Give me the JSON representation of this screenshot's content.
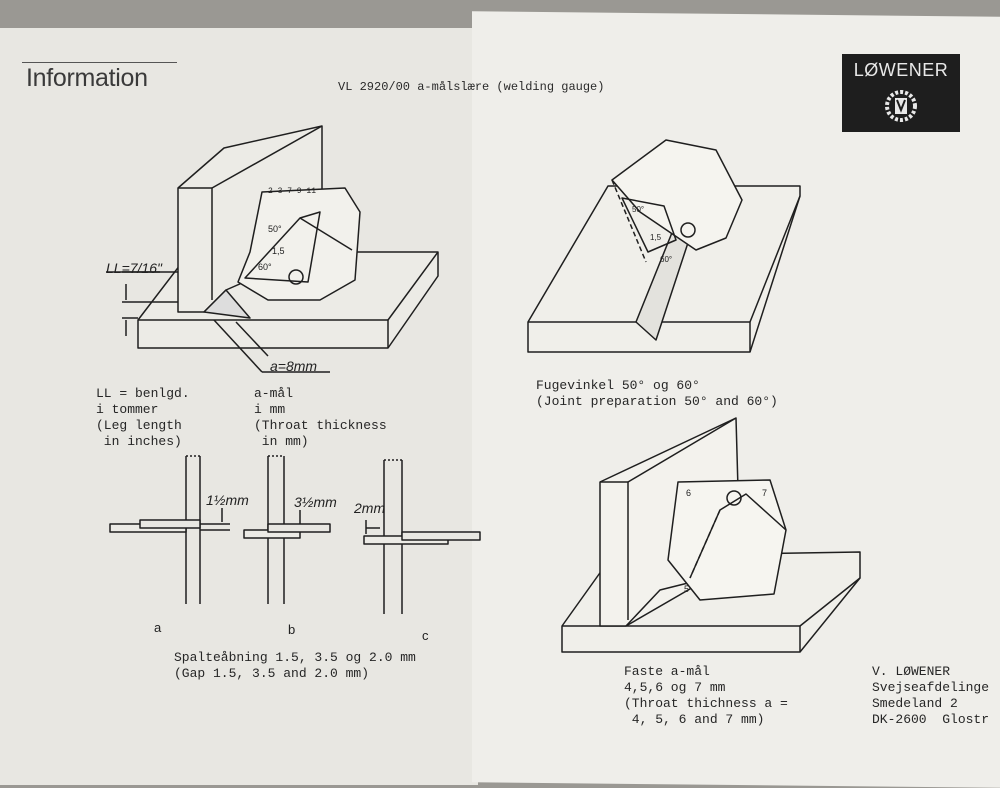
{
  "header": {
    "title": "Information",
    "subtitle": "VL 2920/00 a-målslære (welding gauge)"
  },
  "logo": {
    "brand": "LØWENER",
    "icon": "gear-crest-icon"
  },
  "figure1": {
    "ll_label": "LL=7/16\"",
    "a_label": "a=8mm",
    "caption_ll": "LL = benlgd.\ni tommer\n(Leg length\n in inches)",
    "caption_a": "a-mål\ni mm\n(Throat thickness\n in mm)",
    "gauge_marks": [
      "50°",
      "1,5",
      "60°",
      "2 3 7 9 11"
    ]
  },
  "figure2": {
    "caption": "Fugevinkel 50° og 60°\n(Joint preparation 50° and 60°)",
    "gauge_marks": [
      "50°",
      "1,5",
      "60°"
    ]
  },
  "gaps": {
    "a_dim": "1½mm",
    "b_dim": "3½mm",
    "c_dim": "2mm",
    "labels": [
      "a",
      "b",
      "c"
    ],
    "caption": "Spalteåbning 1.5, 3.5 og 2.0 mm\n(Gap 1.5, 3.5 and 2.0 mm)"
  },
  "figure3": {
    "caption": "Faste a-mål\n4,5,6 og 7 mm\n(Throat thichness a =\n 4, 5, 6 and 7 mm)",
    "gauge_marks": [
      "6",
      "7",
      "5"
    ]
  },
  "address": {
    "text": "V. LØWENER\nSvejseafdelinge\nSmedeland 2\nDK-2600  Glostr"
  }
}
